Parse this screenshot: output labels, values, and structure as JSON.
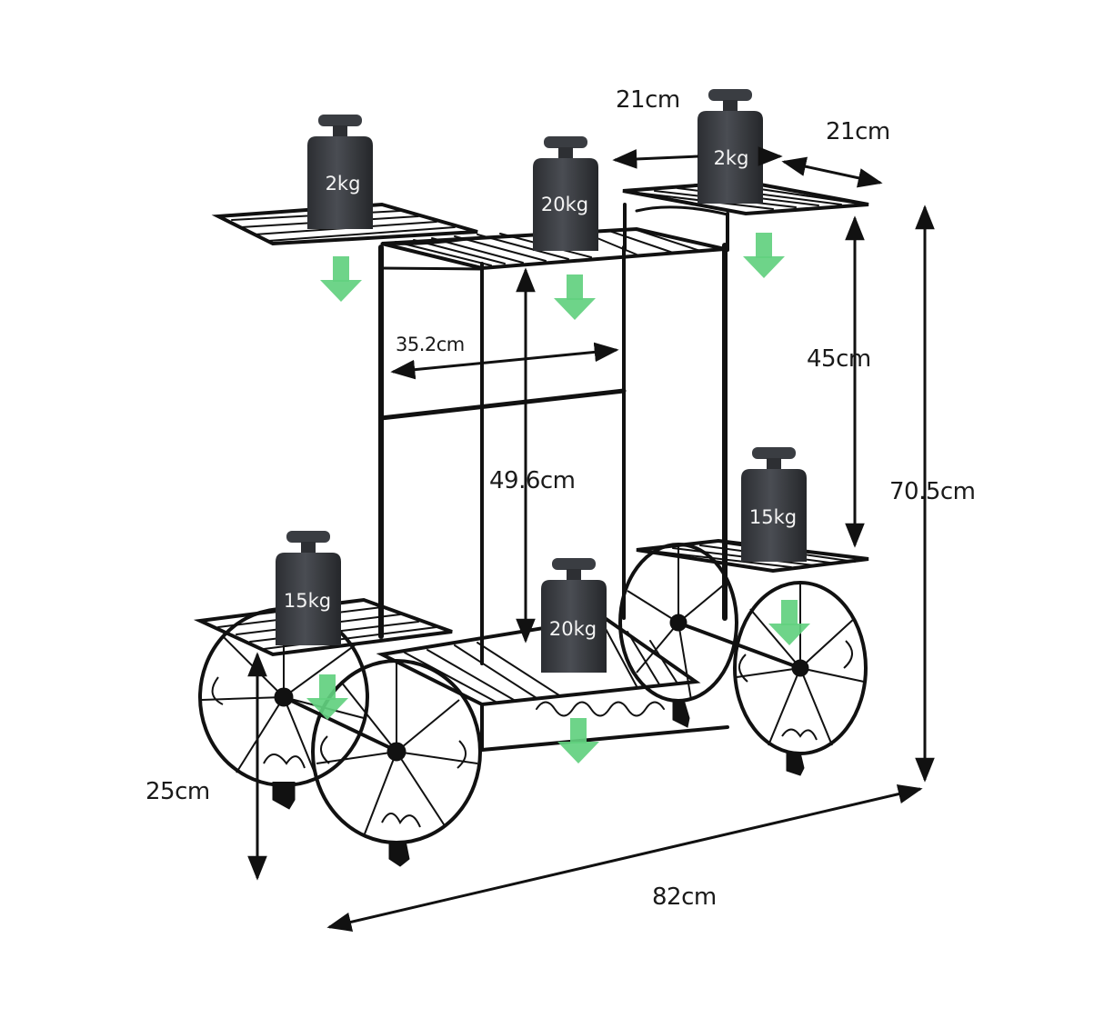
{
  "diagram": {
    "subject": "Metal cart-style plant stand with six shelves and four decorative wheels",
    "dimensions": {
      "top_shelf_width": "21cm",
      "top_shelf_depth": "21cm",
      "inner_width": "35.2cm",
      "center_height": "49.6cm",
      "side_shelf_gap": "45cm",
      "total_height": "70.5cm",
      "wheel_height": "25cm",
      "total_length": "82cm"
    },
    "load_weights": {
      "top_left": "2kg",
      "top_center": "20kg",
      "top_right": "2kg",
      "bottom_left": "15kg",
      "bottom_center": "20kg",
      "bottom_right": "15kg"
    },
    "colors": {
      "frame": "#111111",
      "weight_body": "#3a3d42",
      "arrow_green": "#62d07f",
      "dimension_line": "#111111",
      "label_text": "#1a1a1a"
    }
  }
}
